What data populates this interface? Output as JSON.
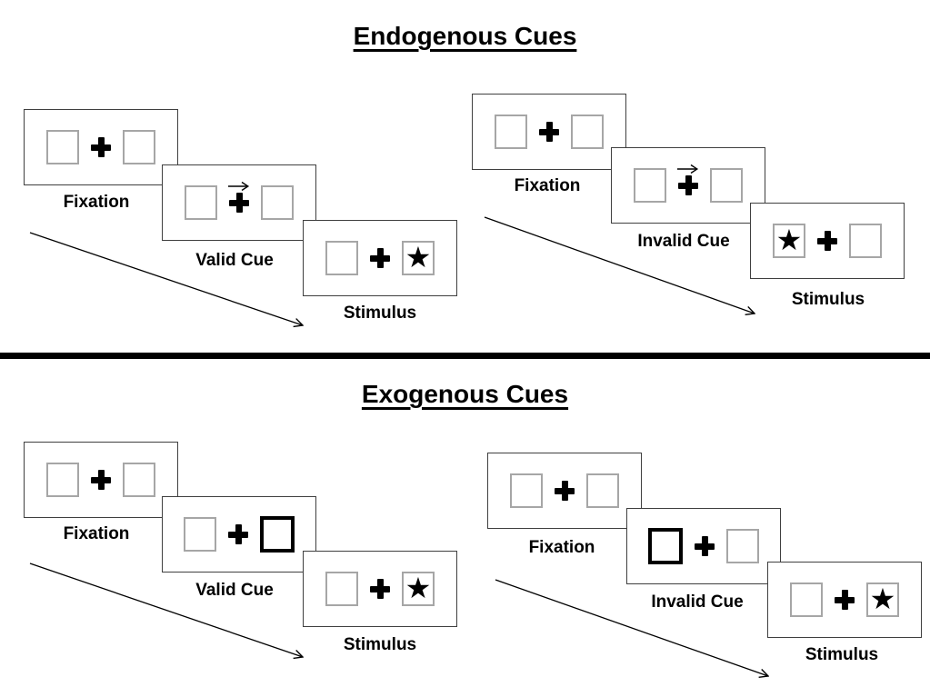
{
  "sections": [
    {
      "id": "endogenous",
      "title": "Endogenous Cues",
      "panels": [
        {
          "id": "valid",
          "cue_type": "central-arrow-pointing-right",
          "steps": [
            {
              "label": "Fixation",
              "cue": "none",
              "star": "none"
            },
            {
              "label": "Valid Cue",
              "cue": "arrow-right-above-fixation-cross",
              "star": "none"
            },
            {
              "label": "Stimulus",
              "cue": "none",
              "star": "right-box"
            }
          ]
        },
        {
          "id": "invalid",
          "cue_type": "central-arrow-pointing-right",
          "steps": [
            {
              "label": "Fixation",
              "cue": "none",
              "star": "none"
            },
            {
              "label": "Invalid Cue",
              "cue": "arrow-right-above-fixation-cross",
              "star": "none"
            },
            {
              "label": "Stimulus",
              "cue": "none",
              "star": "left-box"
            }
          ]
        }
      ]
    },
    {
      "id": "exogenous",
      "title": "Exogenous Cues",
      "panels": [
        {
          "id": "valid",
          "cue_type": "peripheral-box-brightening",
          "steps": [
            {
              "label": "Fixation",
              "cue": "none",
              "star": "none"
            },
            {
              "label": "Valid Cue",
              "cue": "bold-right-box",
              "star": "none"
            },
            {
              "label": "Stimulus",
              "cue": "none",
              "star": "right-box"
            }
          ]
        },
        {
          "id": "invalid",
          "cue_type": "peripheral-box-brightening",
          "steps": [
            {
              "label": "Fixation",
              "cue": "none",
              "star": "none"
            },
            {
              "label": "Invalid Cue",
              "cue": "bold-left-box",
              "star": "none"
            },
            {
              "label": "Stimulus",
              "cue": "none",
              "star": "right-box"
            }
          ]
        }
      ]
    }
  ],
  "glyphs": {
    "star": "★"
  },
  "colors": {
    "ink": "#000000",
    "card_border": "#3f3f3f",
    "box_border": "#a6a6a6",
    "background": "#ffffff"
  }
}
